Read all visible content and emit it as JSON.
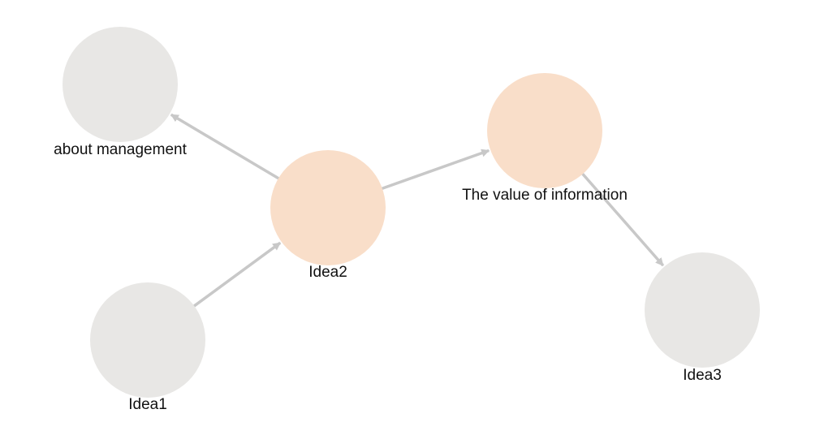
{
  "graph": {
    "colors": {
      "default_node": "#e8e7e5",
      "highlight_node": "#f9dec9",
      "edge": "#c8c8c8",
      "label": "#111111"
    },
    "nodes": [
      {
        "id": "about-management",
        "label": "about management",
        "highlighted": false
      },
      {
        "id": "idea2",
        "label": "Idea2",
        "highlighted": true
      },
      {
        "id": "value-of-information",
        "label": "The value of information",
        "highlighted": true
      },
      {
        "id": "idea1",
        "label": "Idea1",
        "highlighted": false
      },
      {
        "id": "idea3",
        "label": "Idea3",
        "highlighted": false
      }
    ],
    "edges": [
      {
        "from": "idea2",
        "to": "about-management"
      },
      {
        "from": "idea2",
        "to": "value-of-information"
      },
      {
        "from": "idea1",
        "to": "idea2"
      },
      {
        "from": "value-of-information",
        "to": "idea3"
      }
    ]
  }
}
